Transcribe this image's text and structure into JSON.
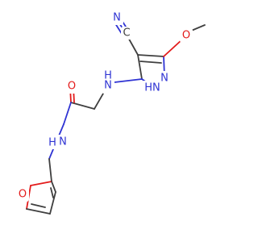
{
  "molecule": {
    "atoms": {
      "nitrile_c": "C",
      "nitrile_n": "N",
      "methoxy_o": "O",
      "ring_n2": "N",
      "ring_n1h": "HN",
      "amine_nh": "H",
      "amine_n": "N",
      "carbonyl_o": "O",
      "amide_n": "N",
      "amide_h": "H",
      "furan_o": "O"
    }
  }
}
